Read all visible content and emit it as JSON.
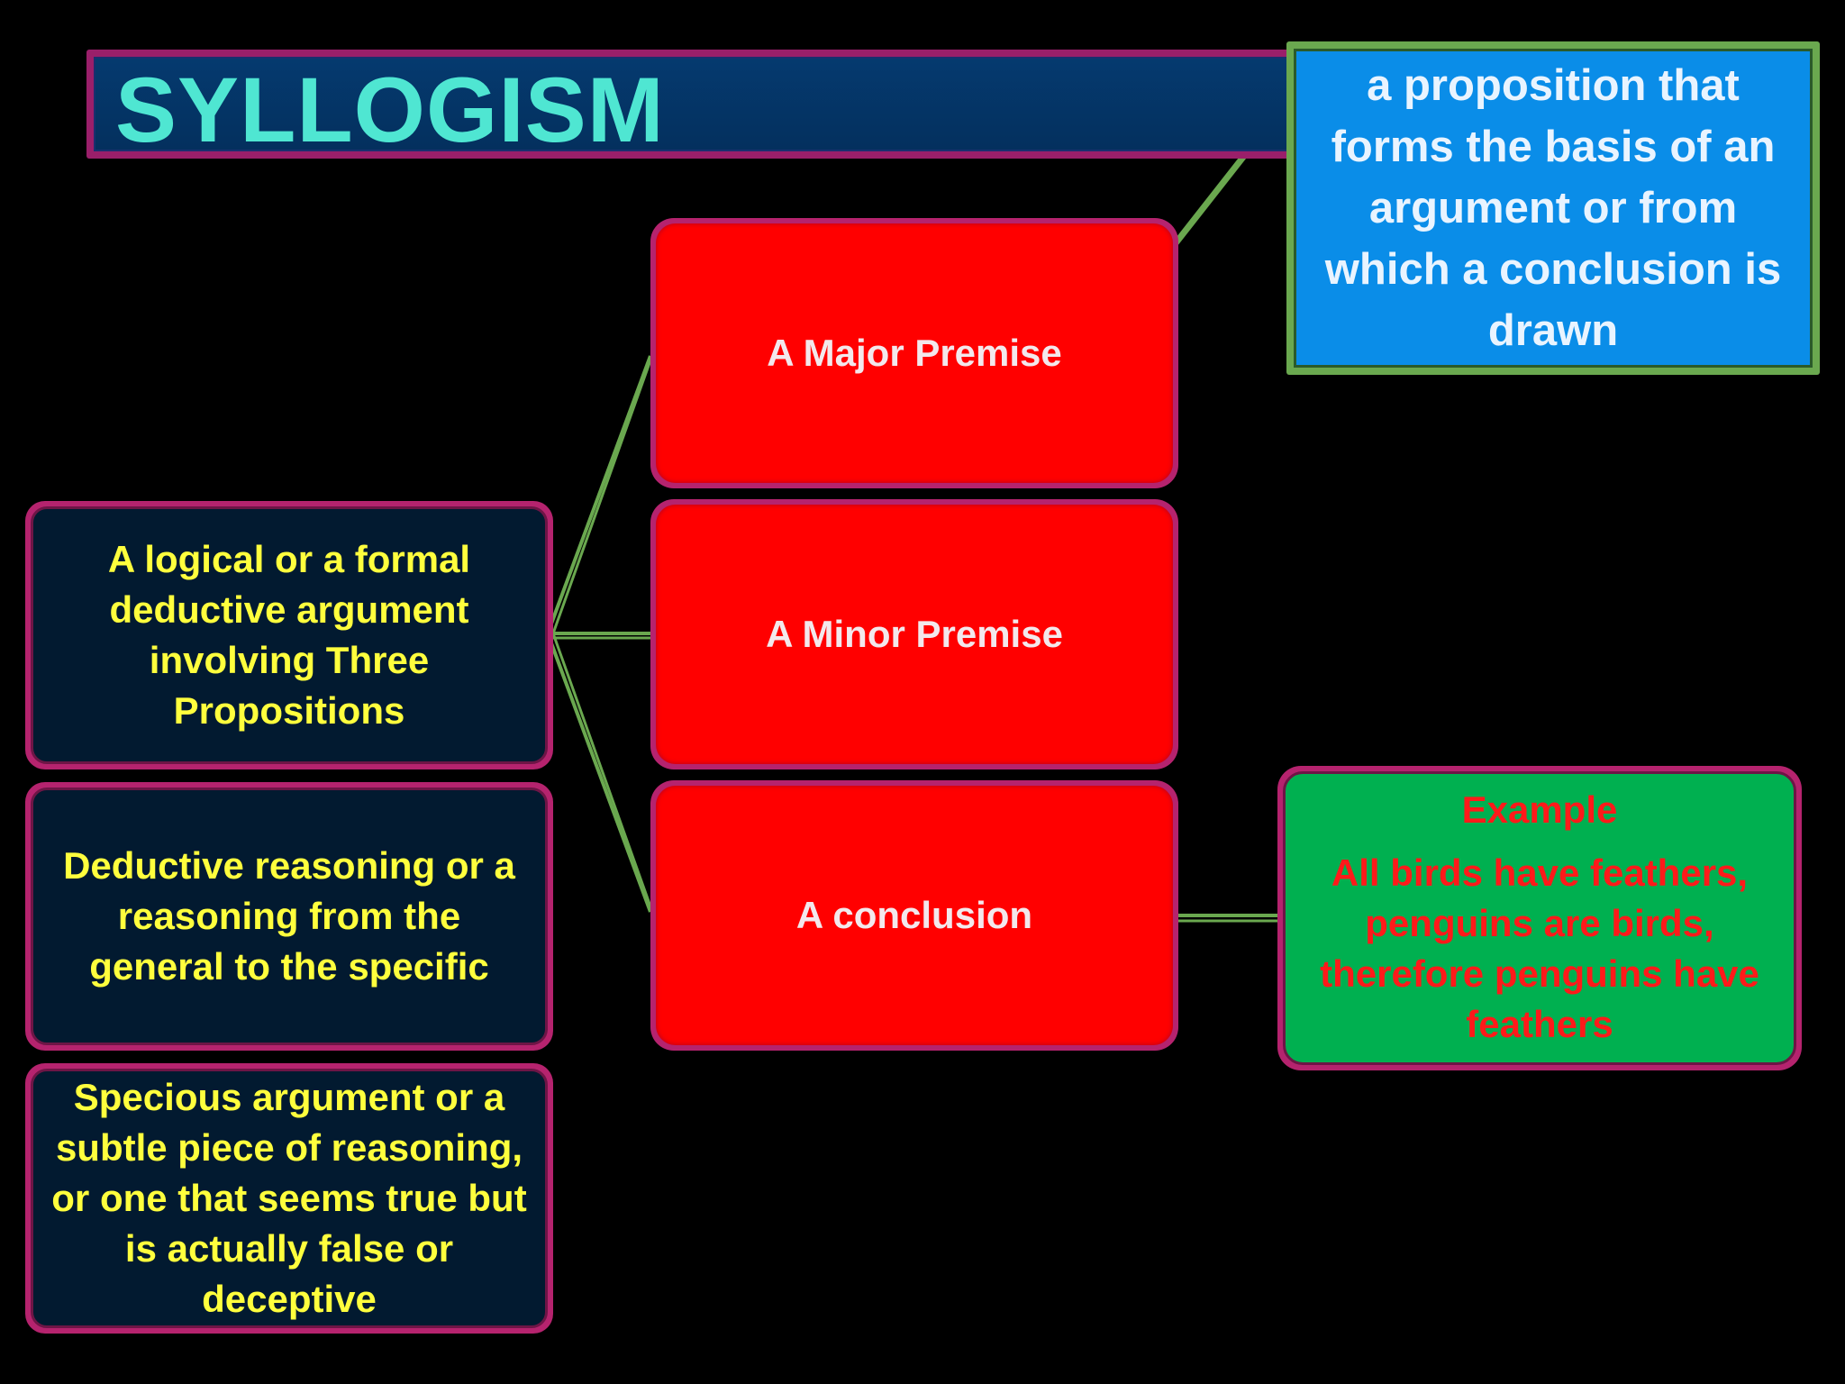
{
  "title": "SYLLOGISM",
  "definition": "a proposition that forms the basis of an argument or from which a conclusion is drawn",
  "left_boxes": [
    "A logical or a formal deductive argument involving Three Propositions",
    "Deductive reasoning or a reasoning from the general to the specific",
    "Specious argument or  a subtle piece of reasoning, or one that seems true but is actually false or deceptive"
  ],
  "propositions": [
    "A Major Premise",
    "A Minor Premise",
    "A conclusion"
  ],
  "example": {
    "heading": "Example",
    "text": "All birds have feathers, penguins are birds, therefore penguins have feathers"
  },
  "colors": {
    "background": "#000000",
    "title_text": "#4fe6d2",
    "connector": "#6aa84f",
    "box_border": "#b5236e",
    "navy_fill": "#021a30",
    "navy_text": "#ffff3d",
    "red_fill": "#ff0000",
    "definition_fill": "#0a8de8",
    "example_fill": "#00b050",
    "example_text": "#ff1a1a"
  }
}
